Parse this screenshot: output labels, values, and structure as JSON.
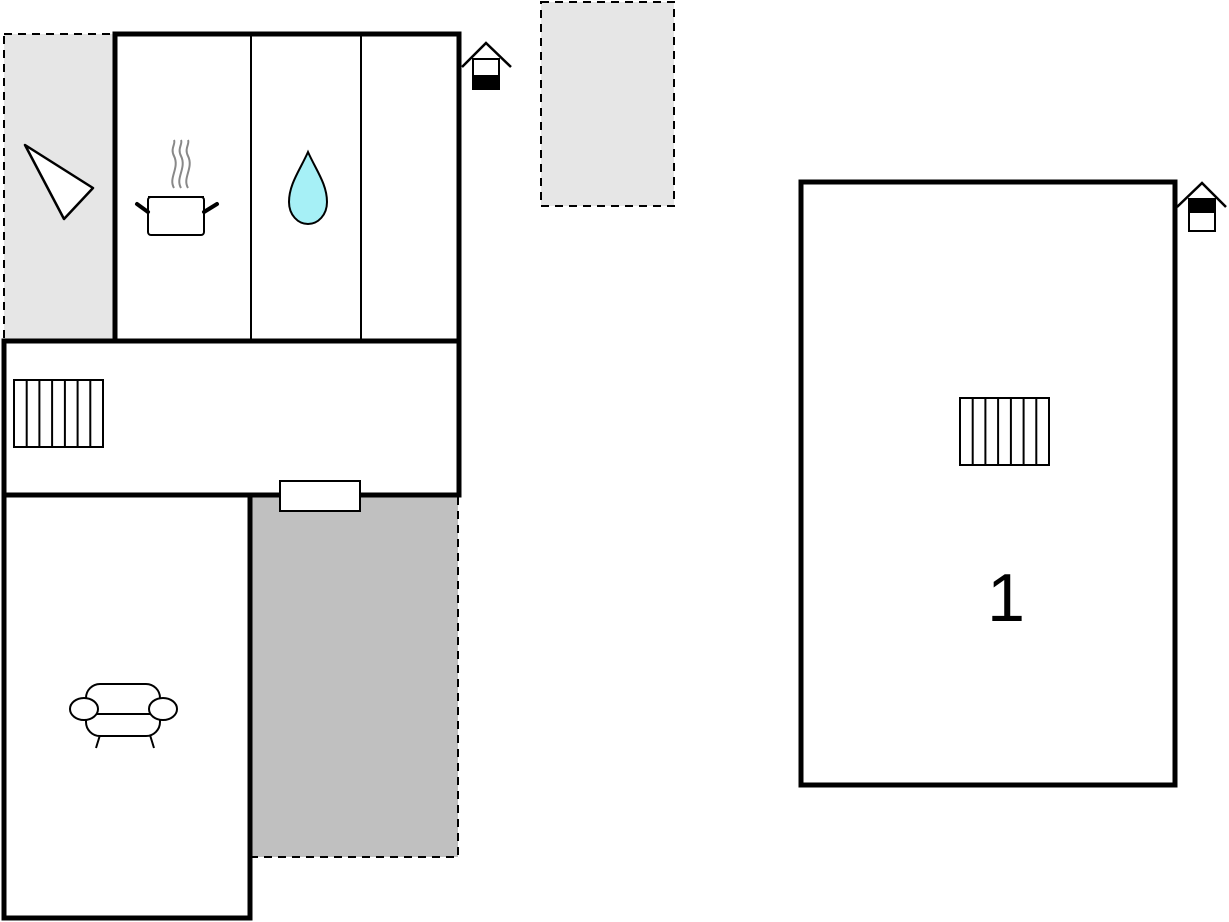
{
  "floors": [
    {
      "id": "ground-floor"
    },
    {
      "id": "upper-floor",
      "label": "1"
    }
  ],
  "colors": {
    "wall": "#000000",
    "outdoor_light": "#e6e6e6",
    "outdoor_dark": "#c0c0c0",
    "water": "#a6f0f6",
    "steam": "#888888"
  },
  "icons": [
    "terrace-icon",
    "cooking-pot-icon",
    "water-drop-icon",
    "stairs-icon",
    "sofa-icon",
    "entrance-house-icon"
  ]
}
